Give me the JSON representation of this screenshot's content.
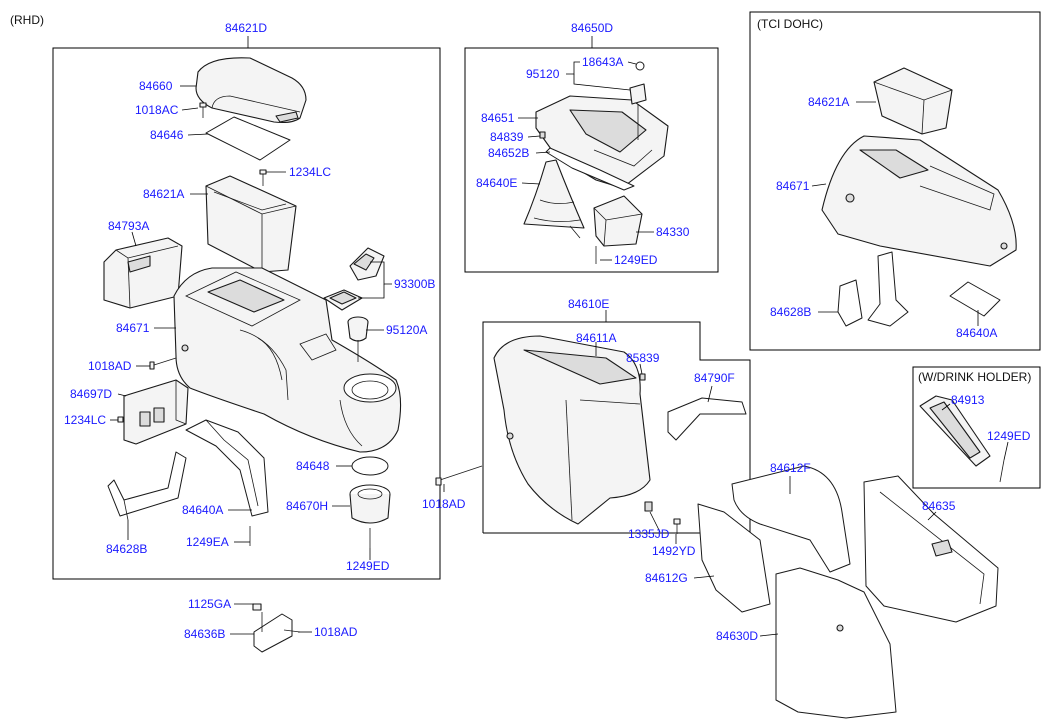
{
  "headers": {
    "rhd": "(RHD)",
    "tci": "(TCI DOHC)",
    "drink": "(W/DRINK HOLDER)"
  },
  "labels": {
    "p84621D": "84621D",
    "p84660": "84660",
    "p1018AC": "1018AC",
    "p84646": "84646",
    "p1234LC_a": "1234LC",
    "p84621A_a": "84621A",
    "p84793A": "84793A",
    "p93300B": "93300B",
    "p84671_a": "84671",
    "p95120A": "95120A",
    "p1018AD_a": "1018AD",
    "p84697D": "84697D",
    "p1234LC_b": "1234LC",
    "p84648": "84648",
    "p84670H": "84670H",
    "p84640A_a": "84640A",
    "p1249EA": "1249EA",
    "p1249ED_a": "1249ED",
    "p84628B_a": "84628B",
    "p1125GA": "1125GA",
    "p84636B": "84636B",
    "p1018AD_b": "1018AD",
    "p84650D": "84650D",
    "p95120": "95120",
    "p18643A": "18643A",
    "p84651": "84651",
    "p84839": "84839",
    "p84652B": "84652B",
    "p84640E": "84640E",
    "p84330": "84330",
    "p1249ED_b": "1249ED",
    "p84621A_b": "84621A",
    "p84671_b": "84671",
    "p84628B_b": "84628B",
    "p84640A_b": "84640A",
    "p84610E": "84610E",
    "p84611A": "84611A",
    "p85839": "85839",
    "p84790F": "84790F",
    "p1018AD_c": "1018AD",
    "p1335JD": "1335JD",
    "p1492YD": "1492YD",
    "p84913": "84913",
    "p1249ED_c": "1249ED",
    "p84612F": "84612F",
    "p84635": "84635",
    "p84612G": "84612G",
    "p84630D": "84630D"
  }
}
